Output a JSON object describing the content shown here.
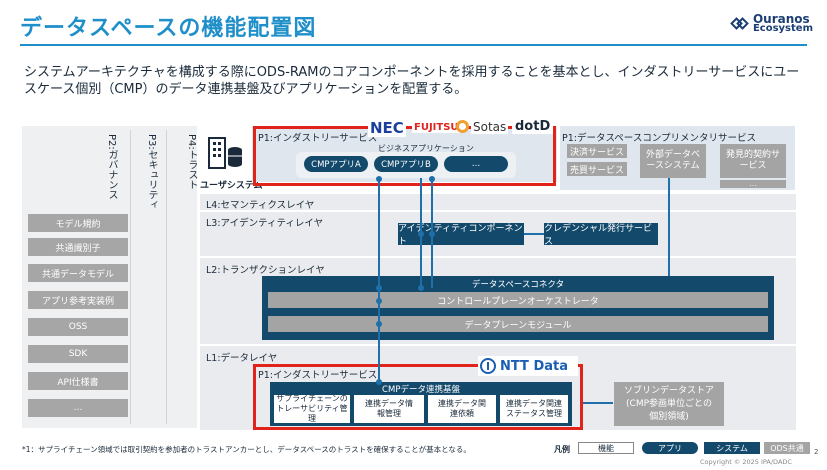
{
  "header": {
    "title": "データスペースの機能配置図",
    "logo_line1": "Ouranos",
    "logo_line2": "Ecosystem"
  },
  "description": "システムアーキテクチャを構成する際にODS-RAMのコアコンポーネントを採用することを基本とし、インダストリーサービスにユースケース個別（CMP）のデータ連携基盤及びアプリケーションを配置する。",
  "sidebar": {
    "verticals": [
      "P2:ガバナンス",
      "P3:セキュリティ",
      "P4:トラスト"
    ],
    "items": [
      "モデル規約",
      "共通識別子",
      "共通データモデル",
      "アプリ参考実装例",
      "OSS",
      "SDK",
      "API仕様書",
      "…"
    ]
  },
  "user_system": "ユーザシステム",
  "p1_top": {
    "label": "P1:インダストリーサービス",
    "brands": [
      "NEC",
      "FUJITSU",
      "Sotas",
      "dotD"
    ],
    "business_apps": "ビジネスアプリケーション",
    "apps": [
      "CMPアプリA",
      "CMPアプリB",
      "…"
    ]
  },
  "complementary": {
    "label": "P1:データスペースコンプリメンタリサービス",
    "services": [
      "決済サービス",
      "売買サービス",
      "外部データベースシステム",
      "発見的契約サービス",
      "…"
    ]
  },
  "layers": {
    "l4": "L4:セマンティクスレイヤ",
    "l3": "L3:アイデンティティレイヤ",
    "l3_items": [
      "アイデンティティコンポーネント",
      "クレデンシャル発行サービス"
    ],
    "l2": "L2:トランザクションレイヤ",
    "connector": "データスペースコネクタ",
    "control_plane": "コントロールプレーンオーケストレータ",
    "data_plane": "データプレーンモジュール",
    "l1": "L1:データレイヤ"
  },
  "p1_bottom": {
    "label": "P1:インダストリーサービス",
    "brand": "NTT Data",
    "cmp_platform": "CMPデータ連携基盤",
    "modules": [
      "サプライチェーンのトレーサビリティ管理",
      "連携データ情報管理",
      "連携データ関連依頼",
      "連携データ関連ステータス管理"
    ],
    "sovereign": "ソブリンデータストア(CMP参画単位ごとの個別領域)"
  },
  "footnote": "*1：サプライチェーン領域では取引契約を参加者のトラストアンカーとし、データスペースのトラストを確保することが基本となる。",
  "legend": {
    "label": "凡例",
    "items": [
      "機能",
      "アプリ",
      "システム",
      "ODS共通"
    ]
  },
  "footer": {
    "copyright": "Copyright © 2025 IPA/DADC",
    "page": "2"
  }
}
